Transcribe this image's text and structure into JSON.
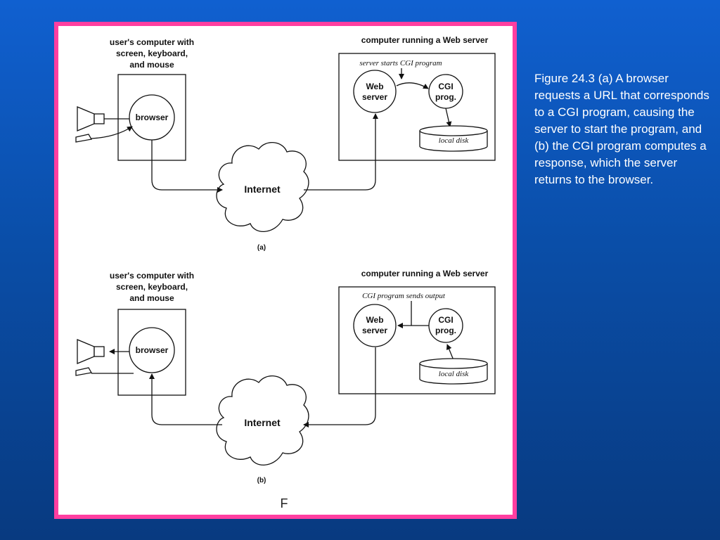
{
  "caption": "Figure 24.3  (a) A browser requests a URL that corresponds to a CGI program, causing the server to start the program, and (b) the CGI program computes a response, which the server returns to the browser.",
  "frame_marker": "F",
  "colors": {
    "background": "#0a4ea8",
    "frame_border": "#ff3fa0",
    "caption_text": "#ffffff"
  },
  "diagram_a": {
    "user_label": [
      "user's computer with",
      "screen, keyboard,",
      "and mouse"
    ],
    "server_label": "computer running a Web server",
    "browser": "browser",
    "web_server": [
      "Web",
      "server"
    ],
    "cgi": [
      "CGI",
      "prog."
    ],
    "disk": "local disk",
    "internet": "Internet",
    "note": "server starts CGI program",
    "sublabel": "(a)"
  },
  "diagram_b": {
    "user_label": [
      "user's computer with",
      "screen, keyboard,",
      "and mouse"
    ],
    "server_label": "computer running a Web server",
    "browser": "browser",
    "web_server": [
      "Web",
      "server"
    ],
    "cgi": [
      "CGI",
      "prog."
    ],
    "disk": "local disk",
    "internet": "Internet",
    "note": "CGI program sends output",
    "sublabel": "(b)"
  }
}
